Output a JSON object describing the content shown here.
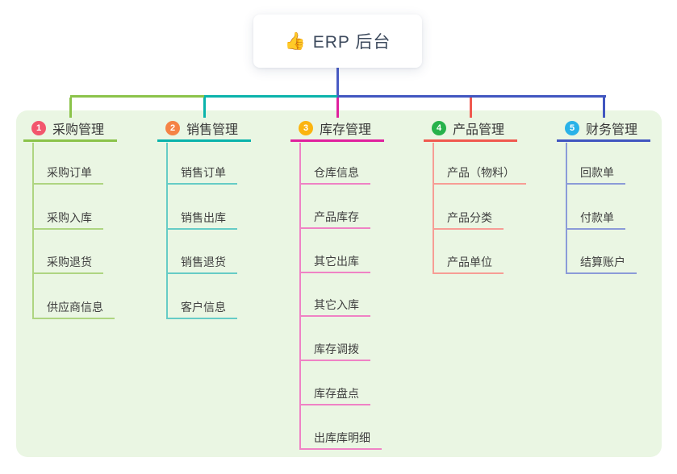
{
  "root": {
    "icon": "👍",
    "title": "ERP 后台",
    "connector_color": "#4a5cc5"
  },
  "panel": {
    "background": "#eaf6e3"
  },
  "branches": [
    {
      "index": "1",
      "title": "采购管理",
      "badge_color": "#f2566d",
      "line_color": "#8bc34a",
      "child_line_color": "#aed581",
      "children": [
        "采购订单",
        "采购入库",
        "采购退货",
        "供应商信息"
      ]
    },
    {
      "index": "2",
      "title": "销售管理",
      "badge_color": "#f58345",
      "line_color": "#0ab3ab",
      "child_line_color": "#66ccc6",
      "children": [
        "销售订单",
        "销售出库",
        "销售退货",
        "客户信息"
      ]
    },
    {
      "index": "3",
      "title": "库存管理",
      "badge_color": "#fbb40f",
      "line_color": "#e0219e",
      "child_line_color": "#ef82c5",
      "children": [
        "仓库信息",
        "产品库存",
        "其它出库",
        "其它入库",
        "库存调拨",
        "库存盘点",
        "出库库明细"
      ]
    },
    {
      "index": "4",
      "title": "产品管理",
      "badge_color": "#27b24b",
      "line_color": "#f0594f",
      "child_line_color": "#f79d95",
      "children": [
        "产品（物料）",
        "产品分类",
        "产品单位"
      ]
    },
    {
      "index": "5",
      "title": "财务管理",
      "badge_color": "#29b2e8",
      "line_color": "#4156c0",
      "child_line_color": "#8b9bd8",
      "children": [
        "回款单",
        "付款单",
        "结算账户"
      ]
    }
  ]
}
